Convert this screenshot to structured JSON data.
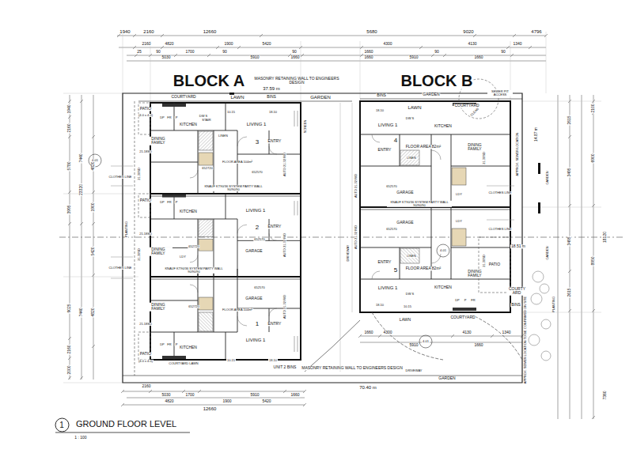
{
  "diagram": {
    "title": "GROUND FLOOR LEVEL",
    "nodes": [
      {
        "text": [
          "1"
        ]
      }
    ],
    "labels": [
      "1940",
      "2160",
      "12660",
      "5680",
      "9020",
      "4796",
      "2160",
      "4820",
      "1900",
      "5420",
      "4300",
      "4130",
      "1340",
      "25",
      "90",
      "1700",
      "90",
      "90",
      "1660",
      "90",
      "90",
      "5030",
      "5910",
      "1660",
      "1660",
      "5910",
      "1660",
      "1940",
      "2160",
      "5780",
      "3995",
      "23320",
      "9025",
      "2160",
      "2000",
      "7440",
      "7440",
      "4820",
      "1900",
      "5420",
      "4820",
      "2100",
      "6900",
      "18120",
      "8950",
      "7360",
      "14.87 m",
      "2615",
      "3495",
      "3495",
      "2615",
      "BLOCK A",
      "BLOCK B",
      "MASONRY RETAINING WALL TO ENGINEERS DESIGN",
      "37.59 m",
      "GARDEN",
      "LAWN",
      "BINS",
      "COURTYARD",
      "LAWN",
      "GARDEN",
      "BINS",
      "COURTYARD",
      "SEWER PIT ACCESS",
      "CLEAN",
      "PATIO",
      "(4.0 x 4.0)",
      "DP",
      "FR",
      "P",
      "KITCHEN",
      "DW S",
      "10.15",
      "18.10",
      "LIVING 1",
      "3",
      "ENTRY",
      "DINING FAMILY",
      "652720",
      "LINEN",
      "FLOOR AREA 104m²",
      "652570",
      "STAIR",
      "AUTO 21.32 R/D",
      "SCREEN",
      "21.18SD",
      "21.30SD",
      "KNAUF KT90/36 SYSTEM PARTY WALL 90/90/90",
      "DP",
      "FR",
      "P",
      "KITCHEN",
      "LIVING 1",
      "2",
      "ENTRY",
      "PATIO",
      "21.18SD",
      "DINING FAMILY",
      "652720",
      "LDY",
      "GARAGE",
      "652570",
      "AUTO 21.32 R/D",
      "KNAUF KT90/36 SYSTEM PARTY WALL 90/90/90",
      "CLOTHES LINE",
      "CLOTHES LINE",
      "PLANTING",
      "1",
      "DINING FAMILY",
      "652720",
      "652570",
      "GARAGE",
      "FLOOR AREA 104m²",
      "ENTRY",
      "AUTO 21.32 R/D",
      "KITCHEN",
      "LIVING 1",
      "DP",
      "FR",
      "P",
      "21.18SD",
      "PATIO",
      "(4.0 x 4.0)",
      "COURTYARD LAWN",
      "10.15",
      "18.10",
      "UNIT 2 BINS",
      "MASONRY RETAINING WALL TO ENGINEERS DESIGN",
      "70.40 m",
      "GARDEN",
      "DRIVEWAY",
      "DRIVEWAY",
      "LIVING 1",
      "DW S",
      "KITCHEN",
      "18.10",
      "4",
      "ENTRY",
      "FLOOR AREA 82m²",
      "LINEN",
      "DINING FAMILY",
      "652570",
      "GARAGE",
      "AUTO 21.32 R/D",
      "LDY",
      "CLOTHES LINE",
      "21.30SD",
      "KNAUF KT90/36 SYSTEM PARTY WALL 90/90/90",
      "GARAGE",
      "652570",
      "AUTO 21.32 R/D",
      "LDY",
      "CLOTHES LINE",
      "5",
      "ENTRY",
      "FLOOR AREA 82m²",
      "DINING FAMILY",
      "LINEN",
      "LIVING 1",
      "KITCHEN",
      "DW S",
      "DP",
      "FR",
      "P",
      "18.10",
      "10.15",
      "LAWN",
      "COURTYARD",
      "PATIO",
      "COURTY ARD",
      "BINS",
      "PLANTING",
      "GARDEN",
      "GARDEN",
      "18.51 m",
      "APPROX. SEWER LOCATION",
      "APPROX. SEWER LOCATION TO BE CONFIRMED ON SITE",
      "1 : 100",
      "4-01",
      "4-01",
      "4-01",
      "21.30SD",
      "21.30SD",
      "2160",
      "5030",
      "1700",
      "5910",
      "1660",
      "4820",
      "1900",
      "5420",
      "12660",
      "1660",
      "4300",
      "4130",
      "1340",
      "5910",
      "1660"
    ]
  }
}
